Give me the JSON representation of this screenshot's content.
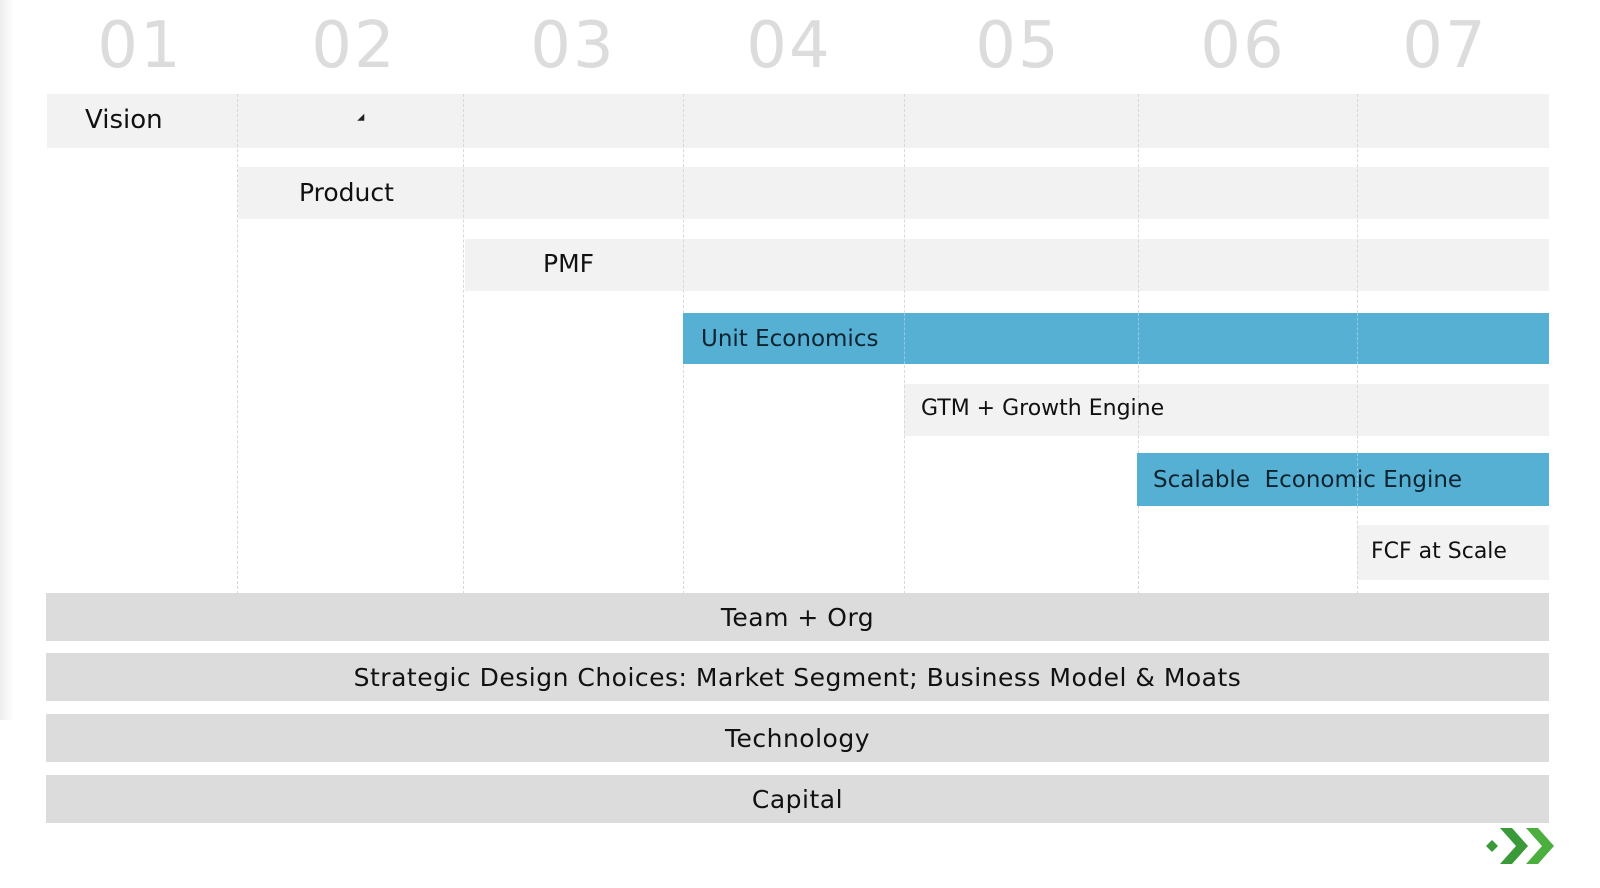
{
  "stages": [
    "01",
    "02",
    "03",
    "04",
    "05",
    "06",
    "07"
  ],
  "tracks": [
    {
      "label": "Vision",
      "highlight": false
    },
    {
      "label": "Product",
      "highlight": false
    },
    {
      "label": "PMF",
      "highlight": false
    },
    {
      "label": "Unit Economics",
      "highlight": true
    },
    {
      "label": "GTM + Growth Engine",
      "highlight": false
    },
    {
      "label": "Scalable  Economic Engine",
      "highlight": true
    },
    {
      "label": "FCF at Scale",
      "highlight": false
    }
  ],
  "foundations": [
    "Team + Org",
    "Strategic Design Choices: Market Segment; Business Model & Moats",
    "Technology",
    "Capital"
  ],
  "colors": {
    "highlight": "#55b0d4",
    "track": "#f2f2f2",
    "foundation": "#dcdcdc",
    "stage_number": "#dcdcdc",
    "logo_green": "#3a9a3a"
  },
  "icons": {
    "logo": "double-chevron-arrow-icon",
    "cursor": "mouse-pointer-icon"
  }
}
